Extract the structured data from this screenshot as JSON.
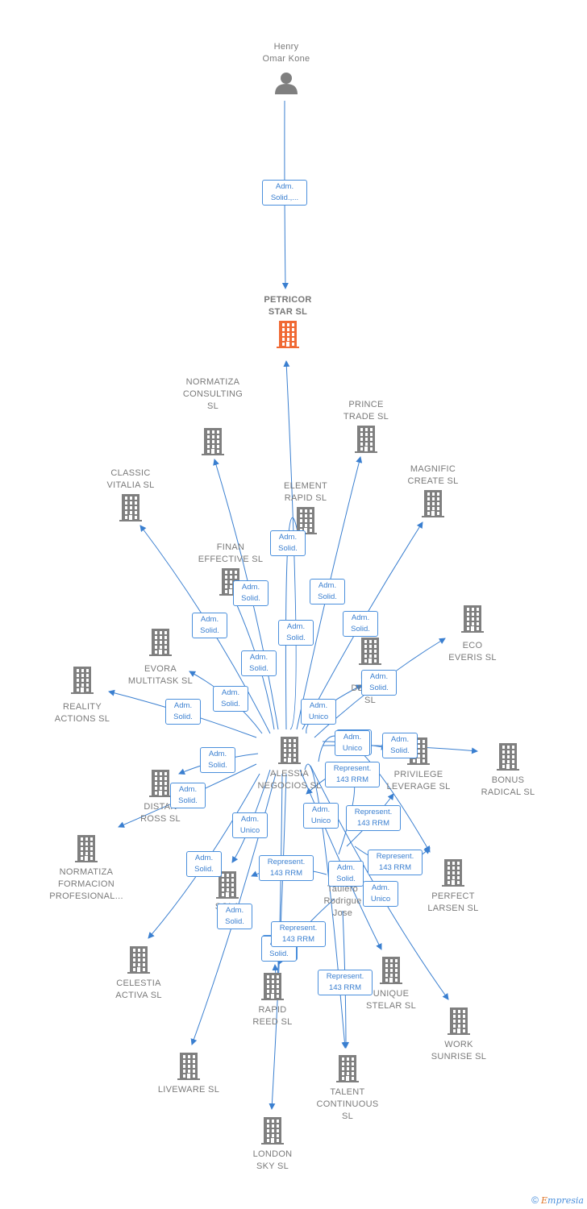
{
  "colors": {
    "edge": "#3a7fd0",
    "node_gray": "#7f7f7f",
    "node_main": "#f06a35",
    "text": "#7a7a7a"
  },
  "nodes": [
    {
      "id": "henry",
      "label": "Henry\nOmar Kone",
      "type": "person",
      "icon": "person-icon"
    },
    {
      "id": "petricor",
      "label": "PETRICOR\nSTAR  SL",
      "type": "main",
      "icon": "building-icon"
    },
    {
      "id": "normatiza_c",
      "label": "NORMATIZA\nCONSULTING\nSL",
      "type": "company",
      "icon": "building-icon"
    },
    {
      "id": "prince",
      "label": "PRINCE\nTRADE  SL",
      "type": "company",
      "icon": "building-icon"
    },
    {
      "id": "classic",
      "label": "CLASSIC\nVITALIA  SL",
      "type": "company",
      "icon": "building-icon"
    },
    {
      "id": "element",
      "label": "ELEMENT\nRAPID  SL",
      "type": "company",
      "icon": "building-icon"
    },
    {
      "id": "magnific",
      "label": "MAGNIFIC\nCREATE  SL",
      "type": "company",
      "icon": "building-icon"
    },
    {
      "id": "finan",
      "label": "FINAN\nEFFECTIVE  SL",
      "type": "company",
      "icon": "building-icon"
    },
    {
      "id": "eco",
      "label": "ECO\nEVERIS  SL",
      "type": "company",
      "icon": "building-icon"
    },
    {
      "id": "evora",
      "label": "EVORA\nMULTITASK  SL",
      "type": "company",
      "icon": "building-icon"
    },
    {
      "id": "nec",
      "label": "NEC\nDEVEL            T\nSL",
      "type": "company",
      "icon": "building-icon"
    },
    {
      "id": "reality",
      "label": "REALITY\nACTIONS  SL",
      "type": "company",
      "icon": "building-icon"
    },
    {
      "id": "alessia",
      "label": "ALESSIA\nNEGOCIOS  SL",
      "type": "company",
      "icon": "building-icon"
    },
    {
      "id": "privilege",
      "label": "PRIVILEGE\nLEVERAGE  SL",
      "type": "company",
      "icon": "building-icon"
    },
    {
      "id": "bonus",
      "label": "BONUS\nRADICAL  SL",
      "type": "company",
      "icon": "building-icon"
    },
    {
      "id": "distan",
      "label": "DISTAN\nROSS  SL",
      "type": "company",
      "icon": "building-icon"
    },
    {
      "id": "normatiza_f",
      "label": "NORMATIZA\nFORMACION\nPROFESIONAL...",
      "type": "company",
      "icon": "building-icon"
    },
    {
      "id": "perfect",
      "label": "PERFECT\nLARSEN  SL",
      "type": "company",
      "icon": "building-icon"
    },
    {
      "id": "sola",
      "label": "SOLA",
      "type": "company",
      "icon": "building-icon"
    },
    {
      "id": "taulero",
      "label": "Taulero\nRodrigue\nJose",
      "type": "person_text",
      "icon": "none"
    },
    {
      "id": "celestia",
      "label": "CELESTIA\nACTIVA  SL",
      "type": "company",
      "icon": "building-icon"
    },
    {
      "id": "unique",
      "label": "UNIQUE\nSTELAR  SL",
      "type": "company",
      "icon": "building-icon"
    },
    {
      "id": "rapid",
      "label": "RAPID\nREED  SL",
      "type": "company",
      "icon": "building-icon"
    },
    {
      "id": "work",
      "label": "WORK\nSUNRISE  SL",
      "type": "company",
      "icon": "building-icon"
    },
    {
      "id": "liveware",
      "label": "LIVEWARE  SL",
      "type": "company",
      "icon": "building-icon"
    },
    {
      "id": "talent",
      "label": "TALENT\nCONTINUOUS\nSL",
      "type": "company",
      "icon": "building-icon"
    },
    {
      "id": "london",
      "label": "LONDON\nSKY  SL",
      "type": "company",
      "icon": "building-icon"
    }
  ],
  "edges": [
    {
      "from": "henry",
      "to": "petricor",
      "label": "Adm.\nSolid.,..."
    },
    {
      "from": "alessia",
      "to": "petricor",
      "label": "Adm.\nSolid."
    },
    {
      "from": "alessia",
      "to": "normatiza_c",
      "label": "Adm.\nSolid."
    },
    {
      "from": "alessia",
      "to": "prince",
      "label": "Adm.\nSolid."
    },
    {
      "from": "alessia",
      "to": "classic",
      "label": "Adm.\nSolid."
    },
    {
      "from": "alessia",
      "to": "element",
      "label": "Adm.\nSolid."
    },
    {
      "from": "alessia",
      "to": "magnific",
      "label": "Adm.\nSolid."
    },
    {
      "from": "alessia",
      "to": "finan",
      "label": "Adm.\nSolid."
    },
    {
      "from": "alessia",
      "to": "eco",
      "label": "Adm.\nSolid."
    },
    {
      "from": "alessia",
      "to": "evora",
      "label": "Adm.\nSolid."
    },
    {
      "from": "alessia",
      "to": "nec",
      "label": "Adm.\nUnico"
    },
    {
      "from": "alessia",
      "to": "reality",
      "label": "Adm.\nSolid."
    },
    {
      "from": "alessia",
      "to": "privilege",
      "label": "Adm.\nUnico"
    },
    {
      "from": "alessia",
      "to": "bonus",
      "label": "Adm.\nSolid."
    },
    {
      "from": "alessia",
      "to": "distan",
      "label": "Adm.\nSolid."
    },
    {
      "from": "alessia",
      "to": "normatiza_f",
      "label": "Adm.\nSolid."
    },
    {
      "from": "alessia",
      "to": "sola",
      "label": "Adm.\nUnico"
    },
    {
      "from": "alessia",
      "to": "celestia",
      "label": "Adm.\nSolid."
    },
    {
      "from": "alessia",
      "to": "liveware",
      "label": "Adm.\nSolid."
    },
    {
      "from": "alessia",
      "to": "london",
      "label": "Adm.\nSolid."
    },
    {
      "from": "alessia",
      "to": "rapid",
      "label": "Adm.\nSolid."
    },
    {
      "from": "alessia",
      "to": "unique",
      "label": "Adm.\nSolid."
    },
    {
      "from": "alessia",
      "to": "work",
      "label": "Adm.\nUnico"
    },
    {
      "from": "alessia",
      "to": "perfect",
      "label": "Adm.\nUnico"
    },
    {
      "from": "taulero",
      "to": "alessia",
      "label": "Represent.\n143 RRM"
    },
    {
      "from": "taulero",
      "to": "privilege",
      "label": "Represent.\n143 RRM"
    },
    {
      "from": "taulero",
      "to": "perfect",
      "label": "Represent.\n143 RRM"
    },
    {
      "from": "taulero",
      "to": "sola",
      "label": "Represent.\n143 RRM"
    },
    {
      "from": "taulero",
      "to": "rapid",
      "label": "Represent.\n143 RRM"
    },
    {
      "from": "taulero",
      "to": "talent",
      "label": "Represent.\n143 RRM"
    },
    {
      "from": "alessia",
      "to": "talent",
      "label": "Adm.\nUnico"
    }
  ],
  "footer": {
    "copyright": "©",
    "brand_first": "E",
    "brand_rest": "mpresia"
  }
}
